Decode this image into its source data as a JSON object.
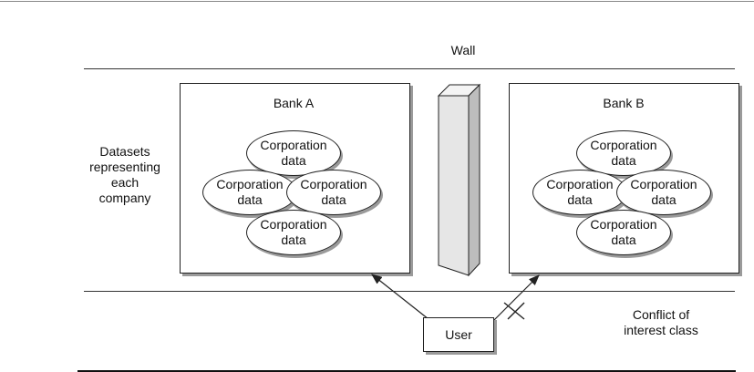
{
  "wall_label": "Wall",
  "datasets_label": [
    "Datasets",
    "representing",
    "each",
    "company"
  ],
  "conflict_label": [
    "Conflict of",
    "interest class"
  ],
  "user_label": "User",
  "banks": [
    {
      "name": "Bank A",
      "datasets": [
        {
          "line1": "Corporation",
          "line2": "data"
        },
        {
          "line1": "Corporation",
          "line2": "data"
        },
        {
          "line1": "Corporation",
          "line2": "data"
        },
        {
          "line1": "Corporation",
          "line2": "data"
        }
      ]
    },
    {
      "name": "Bank B",
      "datasets": [
        {
          "line1": "Corporation",
          "line2": "data"
        },
        {
          "line1": "Corporation",
          "line2": "data"
        },
        {
          "line1": "Corporation",
          "line2": "data"
        },
        {
          "line1": "Corporation",
          "line2": "data"
        }
      ]
    }
  ],
  "access": {
    "bank_a": "allowed",
    "bank_b": "denied"
  },
  "colors": {
    "line": "#222222",
    "shadow": "#9a9a9a",
    "wall_light": "#e6e6e6",
    "wall_dark": "#bdbdbd"
  }
}
